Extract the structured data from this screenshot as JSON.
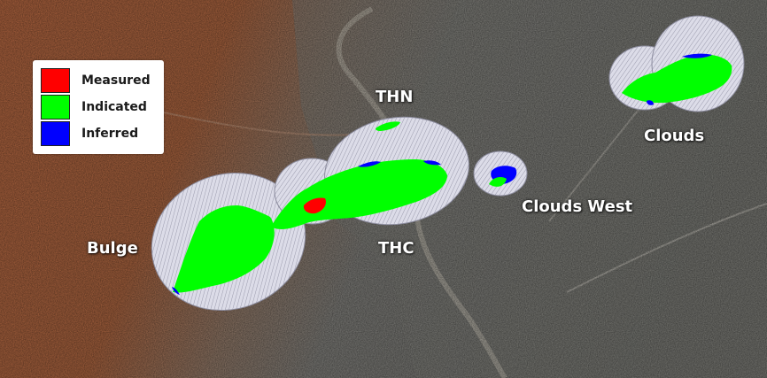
{
  "legend": {
    "items": [
      {
        "label": "Measured",
        "color": "#ff0000"
      },
      {
        "label": "Indicated",
        "color": "#00ff00"
      },
      {
        "label": "Inferred",
        "color": "#0000ff"
      }
    ]
  },
  "pit_labels": {
    "thn": "THN",
    "clouds": "Clouds",
    "clouds_west": "Clouds West",
    "bulge": "Bulge",
    "thc": "THC"
  },
  "colors": {
    "pit_shell": "#d8d8e6",
    "desert_red": "#a85f3c",
    "rocky_gray": "#7d7d78"
  }
}
